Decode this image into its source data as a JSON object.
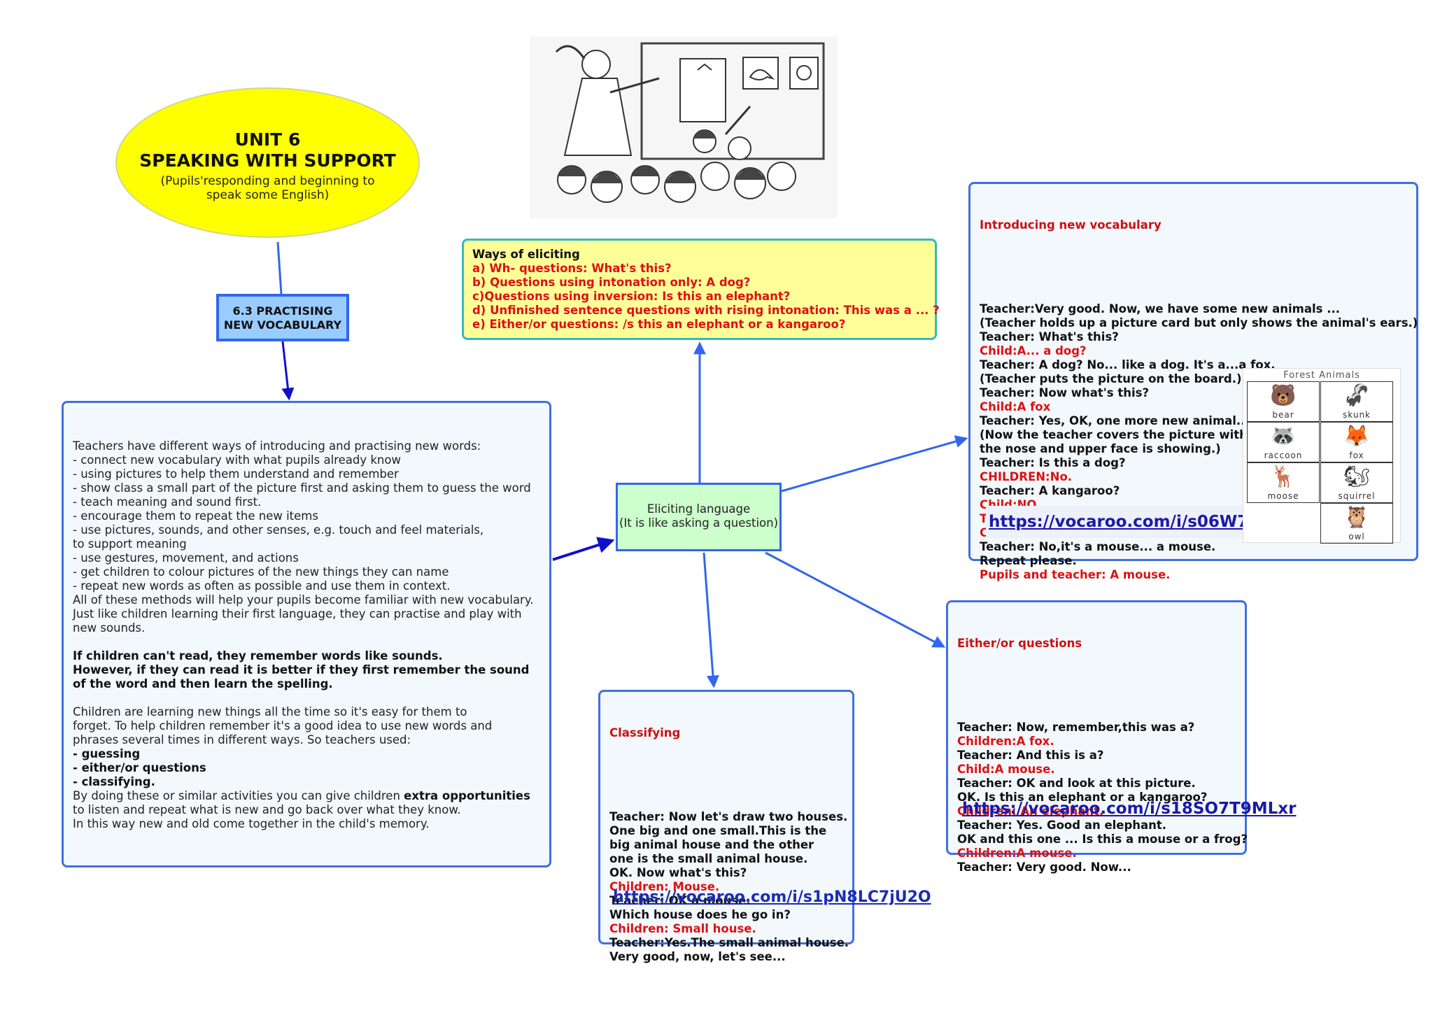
{
  "title": {
    "unit": "UNIT 6",
    "heading": "SPEAKING WITH SUPPORT",
    "subtitle": "(Pupils'responding and beginning to speak some English)"
  },
  "section": {
    "line1": "6.3 PRACTISING",
    "line2": "NEW VOCABULARY"
  },
  "main": {
    "list": [
      "Teachers have different ways of introducing and practising new words:",
      "- connect new vocabulary with what pupils already know",
      "- using pictures to help them understand and remember",
      "- show class a small part of the picture first and asking them to guess the word",
      "- teach meaning and sound first.",
      "- encourage them to repeat the new items",
      "- use pictures, sounds, and other senses, e.g. touch and feel materials,",
      "to support meaning",
      "- use gestures, movement, and actions",
      "- get children to colour pictures of the new things they can name",
      "- repeat new words as often as possible and use them in context.",
      "All of these methods will help your pupils become familiar with new vocabulary.",
      "Just like children learning their first language, they can practise and play with",
      "new sounds."
    ],
    "bold_lines": [
      "If children can't read, they remember words like sounds.",
      "However, if they can read it is better if they first remember the sound",
      "of the word and then learn the spelling."
    ],
    "para3": [
      "Children are learning new things all the time so it's easy for them to",
      "forget. To help children remember it's a good idea to use new words and",
      "phrases several times in different ways. So teachers used:"
    ],
    "methods": [
      "- guessing",
      "- either/or questions",
      "- classifying."
    ],
    "closing_pre": "By doing these or similar activities you can give children ",
    "closing_bold": "extra opportunities",
    "closing_lines": [
      "to listen and repeat what is new and go back over what they know.",
      "In this way new and old come together in the child's memory."
    ]
  },
  "center": {
    "line1": "Eliciting language",
    "line2": "(It is like asking a question)"
  },
  "eliciting": {
    "heading": "Ways of eliciting",
    "items": [
      "a) Wh- questions: What's this?",
      "b) Questions using intonation only: A dog?",
      "c)Questions using inversion: Is this an elephant?",
      "d) Unfinished sentence questions with rising intonation: This was a ... ?",
      "e) Either/or questions: /s this an elephant or a kangaroo?"
    ]
  },
  "introducing": {
    "heading": "Introducing new vocabulary",
    "lines": [
      {
        "t": "Teacher:Very good. Now, we have some new animals ...",
        "c": "k"
      },
      {
        "t": "(Teacher holds up a picture card but only shows the animal's ears.)",
        "c": "k"
      },
      {
        "t": "Teacher: What's this?",
        "c": "k"
      },
      {
        "t": "Child:A... a dog?",
        "c": "r"
      },
      {
        "t": "Teacher: A dog? No... like a dog. It's a...a fox.",
        "c": "k"
      },
      {
        "t": "(Teacher puts the picture on the board.)",
        "c": "k"
      },
      {
        "t": "Teacher: Now what's this?",
        "c": "k"
      },
      {
        "t": "Child:A fox",
        "c": "r"
      },
      {
        "t": "Teacher: Yes, OK, one more new animal...",
        "c": "k"
      },
      {
        "t": "(Now the teacher covers the picture with her hand so only",
        "c": "k"
      },
      {
        "t": "the nose and upper face is showing.)",
        "c": "k"
      },
      {
        "t": "Teacher: Is this a dog?",
        "c": "k"
      },
      {
        "t": "CHILDREN:No.",
        "c": "r"
      },
      {
        "t": "Teacher: A kangaroo?",
        "c": "k"
      },
      {
        "t": "Child:NO.",
        "c": "r"
      },
      {
        "t": "Teacher: An elephant?",
        "c": "r"
      },
      {
        "t": "Child:No.",
        "c": "r"
      },
      {
        "t": "Teacher: No,it's a mouse... a mouse.",
        "c": "k"
      },
      {
        "t": "Repeat please.",
        "c": "k"
      },
      {
        "t": "Pupils and teacher: A mouse.",
        "c": "r"
      }
    ],
    "link": "https://vocaroo.com/i/s06W7mSSzNzB"
  },
  "forest": {
    "title": "Forest Animals",
    "animals": [
      {
        "label": "bear",
        "glyph": "🐻"
      },
      {
        "label": "skunk",
        "glyph": "🦨"
      },
      {
        "label": "raccoon",
        "glyph": "🦝"
      },
      {
        "label": "fox",
        "glyph": "🦊"
      },
      {
        "label": "moose",
        "glyph": "🦌"
      },
      {
        "label": "squirrel",
        "glyph": "🐿"
      },
      {
        "label": "owl",
        "glyph": "🦉"
      }
    ]
  },
  "either_or": {
    "heading": "Either/or questions",
    "lines": [
      {
        "t": "Teacher: Now, remember,this was a?",
        "c": "k"
      },
      {
        "t": "Children:A fox.",
        "c": "r"
      },
      {
        "t": "Teacher: And this is a?",
        "c": "k"
      },
      {
        "t": "Child:A mouse.",
        "c": "r"
      },
      {
        "t": "Teacher: OK and look at this picture.",
        "c": "k"
      },
      {
        "t": "OK. Is this an elephant or a kangaroo?",
        "c": "k"
      },
      {
        "t": "Children: An elephant.",
        "c": "r"
      },
      {
        "t": "Teacher: Yes. Good an elephant.",
        "c": "k"
      },
      {
        "t": "OK and this one ... Is this a mouse or a frog?",
        "c": "k"
      },
      {
        "t": "Children:A mouse.",
        "c": "r"
      },
      {
        "t": "Teacher: Very good. Now...",
        "c": "k"
      }
    ],
    "link": "https://vocaroo.com/i/s18SO7T9MLxr"
  },
  "classifying": {
    "heading": "Classifying",
    "lines": [
      {
        "t": "Teacher: Now let's draw two houses.",
        "c": "k"
      },
      {
        "t": "One big and one small.This is the",
        "c": "k"
      },
      {
        "t": "big animal house and the other",
        "c": "k"
      },
      {
        "t": "one is the small animal house.",
        "c": "k"
      },
      {
        "t": "OK. Now what's this?",
        "c": "k"
      },
      {
        "t": "Children: Mouse.",
        "c": "r"
      },
      {
        "t": "Teacher: OK a mouse.",
        "c": "k"
      },
      {
        "t": "Which house does he go in?",
        "c": "k"
      },
      {
        "t": "Children: Small house.",
        "c": "r"
      },
      {
        "t": "Teacher:Yes.The small animal house.",
        "c": "k"
      },
      {
        "t": "Very good, now, let's see...",
        "c": "k"
      }
    ],
    "link": "https://vocaroo.com/i/s1pN8LC7jU2O"
  },
  "colors": {
    "title_fill": "#ffff00",
    "section_fill": "#99ccff",
    "center_fill": "#ccffcc",
    "eliciting_fill": "#ffff99",
    "connector": "#3366ee",
    "highlight_text": "#dd1111"
  }
}
